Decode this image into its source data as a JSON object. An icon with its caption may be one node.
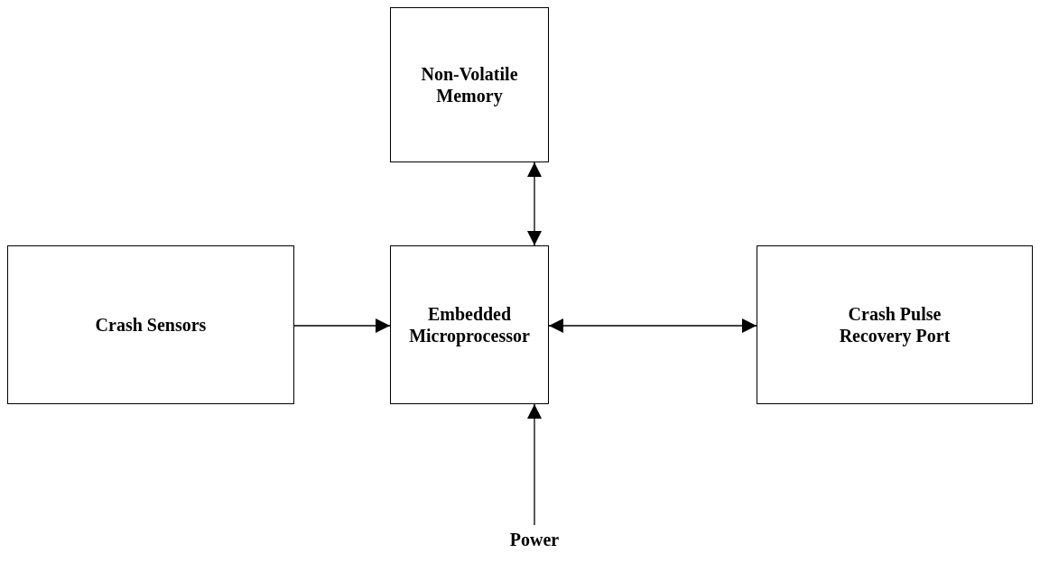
{
  "diagram": {
    "nodes": [
      {
        "text": [
          "Non-Volatile Memory"
        ]
      },
      {
        "text": [
          "Crash Sensors"
        ]
      },
      {
        "text": [
          "Embedded Microprocessor"
        ]
      },
      {
        "text": [
          "Crash Pulse Recovery Port"
        ]
      },
      {
        "text": [
          "Power"
        ]
      }
    ],
    "edges": [
      {
        "from": 0,
        "to": 2,
        "arrow": "both"
      },
      {
        "from": 1,
        "to": 2,
        "arrow": "to"
      },
      {
        "from": 2,
        "to": 3,
        "arrow": "both"
      },
      {
        "from": 4,
        "to": 2,
        "arrow": "to"
      }
    ]
  }
}
